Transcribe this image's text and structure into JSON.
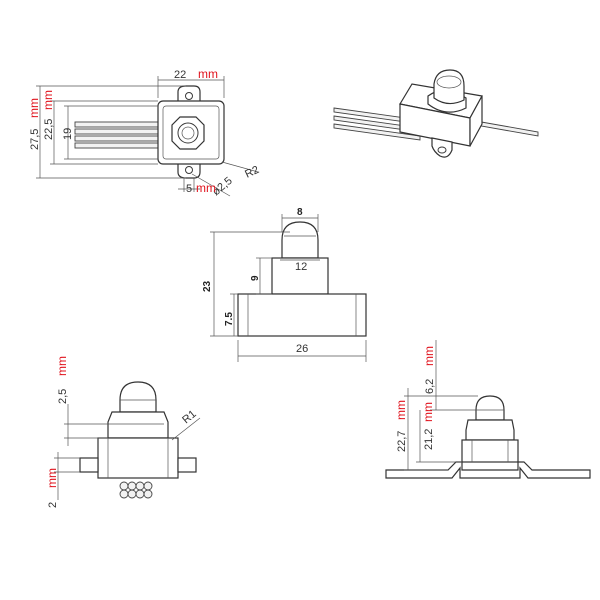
{
  "colors": {
    "line": "#3a3a3a",
    "unit": "#e0141e",
    "background": "#ffffff"
  },
  "unit": "mm",
  "top_view": {
    "width": "22",
    "height_total": "27,5",
    "height_body": "22,5",
    "height_inner": "19",
    "radius_corner": "R2",
    "hole_diameter": "ø2,5",
    "hole_offset": "5"
  },
  "side_view_center": {
    "cap_width": "8",
    "stem_width": "12",
    "total_height": "23",
    "stem_height": "9",
    "base_height": "7.5",
    "base_width": "26"
  },
  "side_view_left": {
    "cap_height": "2,5",
    "radius": "R1",
    "lead_height": "2"
  },
  "side_view_right": {
    "cap_offset": "6,2",
    "total_height": "22,7",
    "body_height": "21,2"
  }
}
